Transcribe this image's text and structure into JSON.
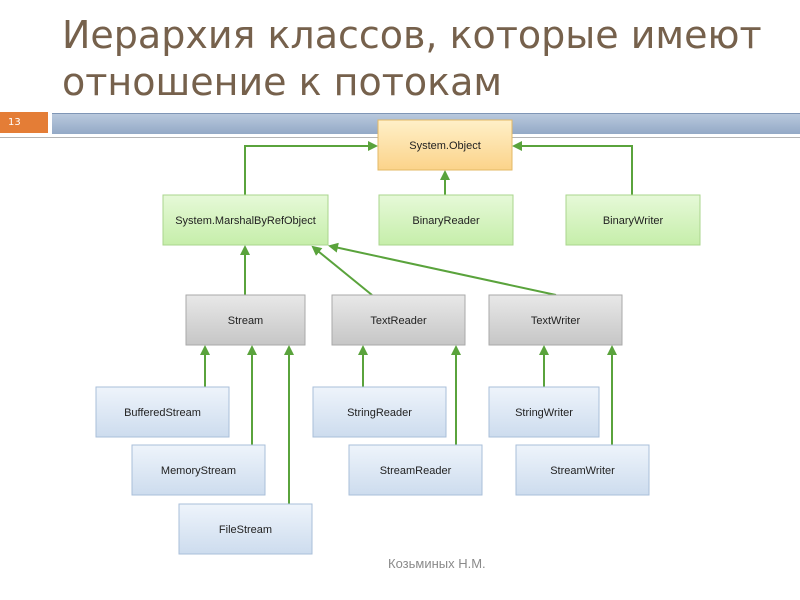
{
  "slide": {
    "title": "Иерархия классов, которые имеют отношение к потокам",
    "slide_number": "13",
    "footer": "Козьминых Н.М."
  },
  "colors": {
    "title": "#76614c",
    "accent_orange": "#e47d36",
    "arrow_green": "#5aa33c",
    "root_fill": "#fbd890",
    "green_fill": "#d7f3c3",
    "gray_fill": "#dadada",
    "blue_fill": "#dde9f6"
  },
  "diagram": {
    "nodes": [
      {
        "id": "system-object",
        "label": "System.Object",
        "style": "root"
      },
      {
        "id": "marshal-by-ref-object",
        "label": "System.MarshalByRefObject",
        "style": "green"
      },
      {
        "id": "binary-reader",
        "label": "BinaryReader",
        "style": "green"
      },
      {
        "id": "binary-writer",
        "label": "BinaryWriter",
        "style": "green"
      },
      {
        "id": "stream",
        "label": "Stream",
        "style": "gray"
      },
      {
        "id": "text-reader",
        "label": "TextReader",
        "style": "gray"
      },
      {
        "id": "text-writer",
        "label": "TextWriter",
        "style": "gray"
      },
      {
        "id": "buffered-stream",
        "label": "BufferedStream",
        "style": "blue"
      },
      {
        "id": "memory-stream",
        "label": "MemoryStream",
        "style": "blue"
      },
      {
        "id": "file-stream",
        "label": "FileStream",
        "style": "blue"
      },
      {
        "id": "string-reader",
        "label": "StringReader",
        "style": "blue"
      },
      {
        "id": "stream-reader",
        "label": "StreamReader",
        "style": "blue"
      },
      {
        "id": "string-writer",
        "label": "StringWriter",
        "style": "blue"
      },
      {
        "id": "stream-writer",
        "label": "StreamWriter",
        "style": "blue"
      }
    ],
    "edges": [
      {
        "from": "marshal-by-ref-object",
        "to": "system-object"
      },
      {
        "from": "binary-reader",
        "to": "system-object"
      },
      {
        "from": "binary-writer",
        "to": "system-object"
      },
      {
        "from": "stream",
        "to": "marshal-by-ref-object"
      },
      {
        "from": "text-reader",
        "to": "marshal-by-ref-object"
      },
      {
        "from": "text-writer",
        "to": "marshal-by-ref-object"
      },
      {
        "from": "buffered-stream",
        "to": "stream"
      },
      {
        "from": "memory-stream",
        "to": "stream"
      },
      {
        "from": "file-stream",
        "to": "stream"
      },
      {
        "from": "string-reader",
        "to": "text-reader"
      },
      {
        "from": "stream-reader",
        "to": "text-reader"
      },
      {
        "from": "string-writer",
        "to": "text-writer"
      },
      {
        "from": "stream-writer",
        "to": "text-writer"
      }
    ]
  }
}
